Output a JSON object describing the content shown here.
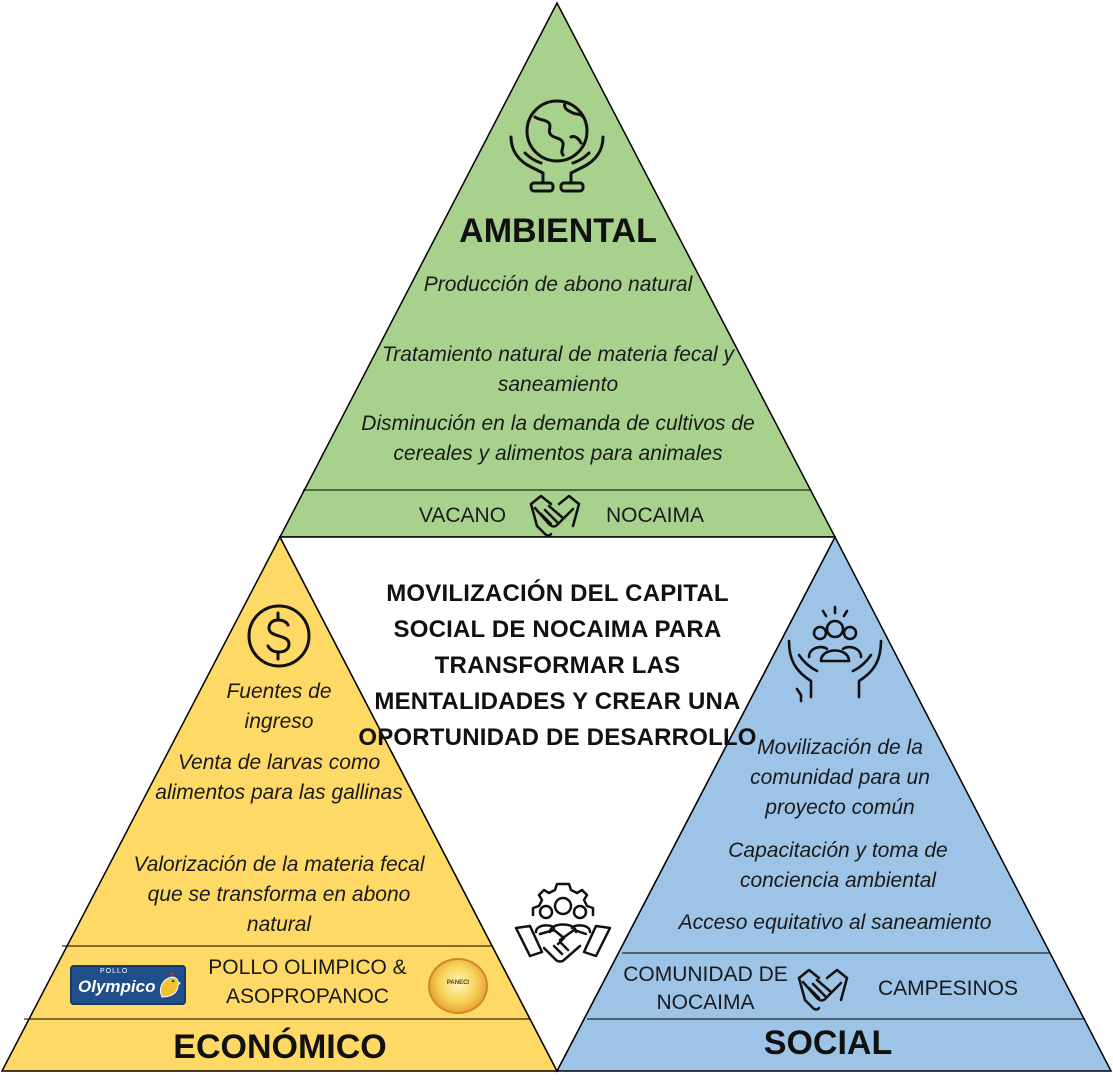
{
  "colors": {
    "ambiental": "#a9d18e",
    "economico": "#ffd966",
    "social": "#9dc3e6",
    "center": "#ffffff",
    "stroke": "#000000"
  },
  "ambiental": {
    "title": "AMBIENTAL",
    "icon": "globe-in-hands-icon",
    "items": [
      "Producción de abono natural",
      "Tratamiento natural de materia fecal y saneamiento",
      "Disminución en la demanda de cultivos de cereales y alimentos para animales"
    ],
    "partner_left": "VACANO",
    "partner_right": "NOCAIMA",
    "partner_icon": "handshake-icon"
  },
  "economico": {
    "title": "ECONÓMICO",
    "icon": "dollar-coin-icon",
    "items": [
      "Fuentes de ingreso",
      "Venta de larvas como alimentos para las gallinas",
      "Valorización de la materia fecal que se transforma en abono natural"
    ],
    "partner": "POLLO OLIMPICO & ASOPROPANOC",
    "logo_left_small": "POLLO",
    "logo_left_big": "Olympico",
    "logo_right_text": "PANECI"
  },
  "social": {
    "title": "SOCIAL",
    "icon": "community-in-hands-icon",
    "items": [
      "Movilización de la comunidad para un proyecto común",
      "Capacitación y toma de conciencia ambiental",
      "Acceso equitativo al saneamiento"
    ],
    "partner_left": "COMUNIDAD DE NOCAIMA",
    "partner_right": "CAMPESINOS",
    "partner_icon": "handshake-icon"
  },
  "center": {
    "title": "MOVILIZACIÓN DEL CAPITAL SOCIAL DE NOCAIMA PARA TRANSFORMAR LAS MENTALIDADES Y CREAR UNA OPORTUNIDAD DE DESARROLLO",
    "icon": "team-handshake-gear-icon"
  }
}
